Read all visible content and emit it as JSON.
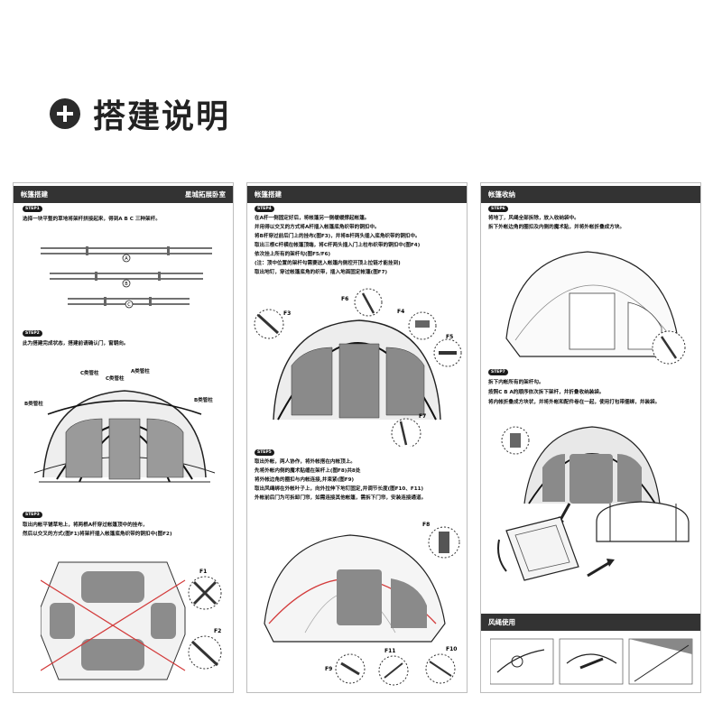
{
  "page_title": "搭建说明",
  "panel1": {
    "header_left": "帐篷搭建",
    "header_right": "星城拓展卧室",
    "step1": {
      "badge": "STEP1",
      "text": "选择一块平整的草地将架杆拼接起来，得到A B C 三种架杆。",
      "pole_labels": [
        "A",
        "B",
        "C"
      ]
    },
    "step2": {
      "badge": "STEP2",
      "text": "此为搭建完成状态，搭建前请确认门，窗朝向。",
      "labels": {
        "c_top": "C类管柱",
        "c_mid": "C类管柱",
        "a": "A类管柱",
        "b_left": "B类管柱",
        "b_right": "B类管柱"
      }
    },
    "step3": {
      "badge": "STEP3",
      "line1": "取出内帐平铺草地上，将两根A杆穿过帐篷顶中的挂布，",
      "line2": "然后以交叉的方式(图F1)将架杆插入帐篷底角织带的铜扣中(图F2)",
      "figs": [
        "F1",
        "F2"
      ]
    }
  },
  "panel2": {
    "header": "帐篷搭建",
    "step4": {
      "badge": "STEP4",
      "lines": [
        "在A杆一侧固定好后，将帐篷另一侧缓缓撑起帐篷。",
        "并用得以交叉的方式将A杆插入帐篷底角织带的铜扣中。",
        "将B杆穿过前后门上的挂布(图F3)，并将B杆两头插入底角织带的铜扣中。",
        "取出三根C杆横在帐篷顶端，将C杆两头插入门上柱布织带的铜扣中(图F4)",
        "依次挂上所有的架杆勾(图F5/F6)",
        "(注：顶中位置的架杆勾需要送入帐篷内侧控开顶上拉链才能挂到)",
        "取出地钉，穿过帐篷底角的织带，插入地面固定帐篷(图F7)"
      ],
      "figs": [
        "F3",
        "F4",
        "F5",
        "F6",
        "F7"
      ]
    },
    "step5": {
      "badge": "STEP5",
      "lines": [
        "取出外帐，两人协作，将外帐搭在内帐顶上。",
        "先将外帐内侧的魔术贴缠在架杆上(图F8)共8处",
        "将外帐边角的圈扣与内帐连接,并束紧(图F9)",
        "取出风绳绑在外帐叶子上，向外拉伸下地钉固定,并调节长度(图F10、F11)",
        "外帐前后门为可拆卸门帘，如需连接其他帐篷，需拆下门帘，安装连接通道。"
      ],
      "figs": [
        "F8",
        "F9",
        "F11",
        "F10"
      ]
    }
  },
  "panel3": {
    "header": "帐篷收纳",
    "step6": {
      "badge": "STEP6",
      "lines": [
        "将地丁，风绳全部拆除，放入收纳袋中。",
        "拆下外帐边角的圈扣及内侧的魔术贴，并将外帐折叠成方块。"
      ]
    },
    "step7": {
      "badge": "STEP7",
      "lines": [
        "拆下内帐所有的架杆勾。",
        "按照C B A的顺序依次拆下架杆，并折叠收纳装袋。",
        "将内帐折叠成方块状，并将外帐和配件卷在一起，使用打包带捆绑，并装袋。"
      ]
    },
    "rope_header": "风绳使用"
  },
  "colors": {
    "dark": "#333333",
    "accent": "#d33b3b"
  }
}
